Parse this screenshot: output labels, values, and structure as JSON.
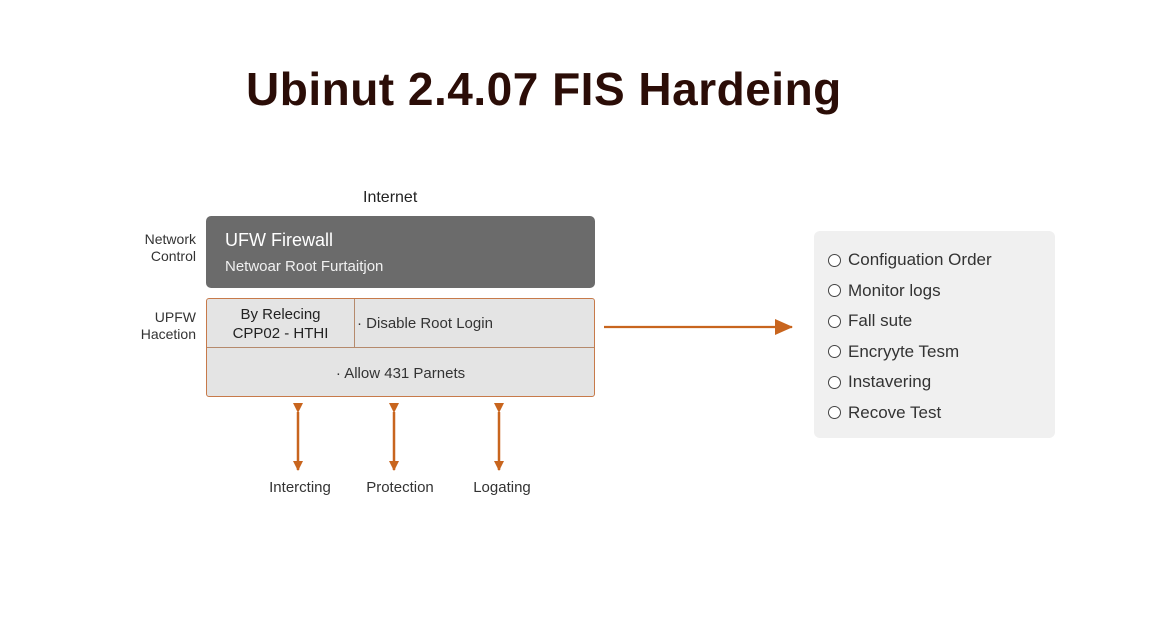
{
  "title": "Ubinut 2.4.07 FIS Hardeing",
  "diagram": {
    "top_label": "Internet",
    "side_labels": {
      "network_control": [
        "Network",
        "Control"
      ],
      "upfw": [
        "UPFW",
        "Hacetion"
      ]
    },
    "ufw_box": {
      "title": "UFW Firewall",
      "subtitle": "Netwoar Root Furtaitjon"
    },
    "rules_box": {
      "left_cell": [
        "By Relecing",
        "CPP02 - HTHI"
      ],
      "right_cell": "· Disable Root Login",
      "bottom_row": "· Allow 431 Parnets"
    },
    "bottom_labels": [
      "Intercting",
      "Protection",
      "Logating"
    ],
    "arrow_color": "#c8651e"
  },
  "checklist": {
    "items": [
      "Configuation Order",
      "Monitor logs",
      "Fall sute",
      "Encryyte Tesm",
      "Instavering",
      "Recove Test"
    ]
  }
}
